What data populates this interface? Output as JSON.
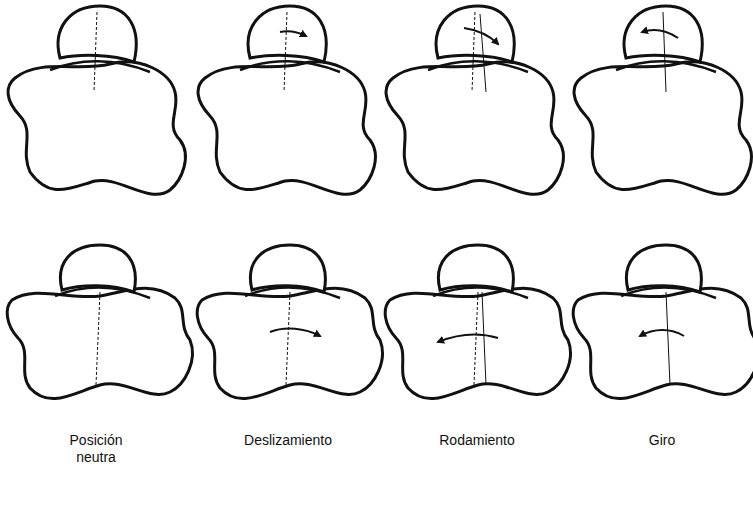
{
  "diagram": {
    "labels": [
      "Posición neutra",
      "Deslizamiento",
      "Rodamiento",
      "Giro"
    ]
  }
}
